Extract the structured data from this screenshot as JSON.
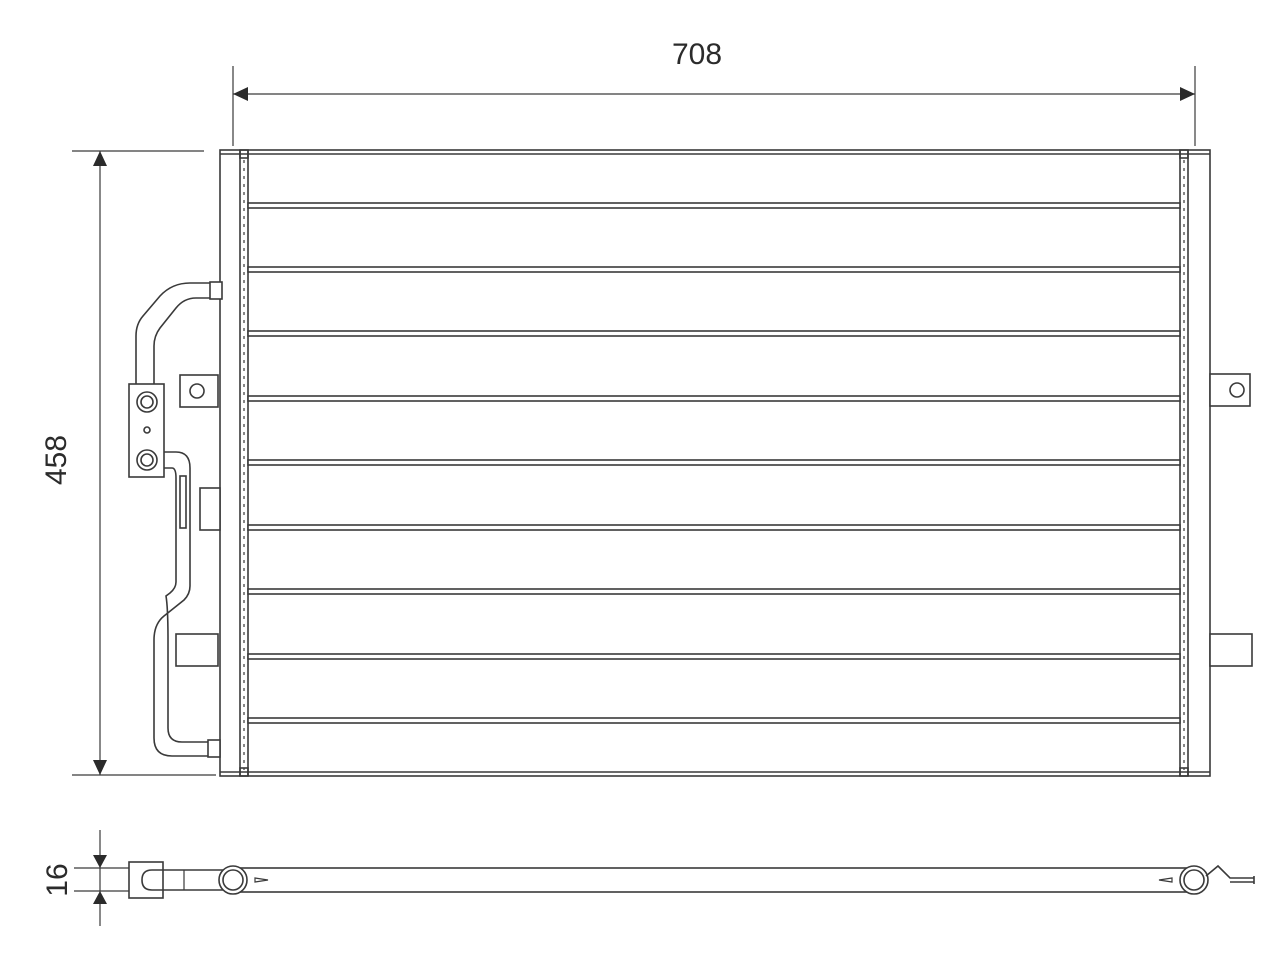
{
  "dimensions": {
    "width_label": "708",
    "height_label": "458",
    "depth_label": "16"
  },
  "colors": {
    "line": "#3a3a3a",
    "background": "#ffffff"
  }
}
